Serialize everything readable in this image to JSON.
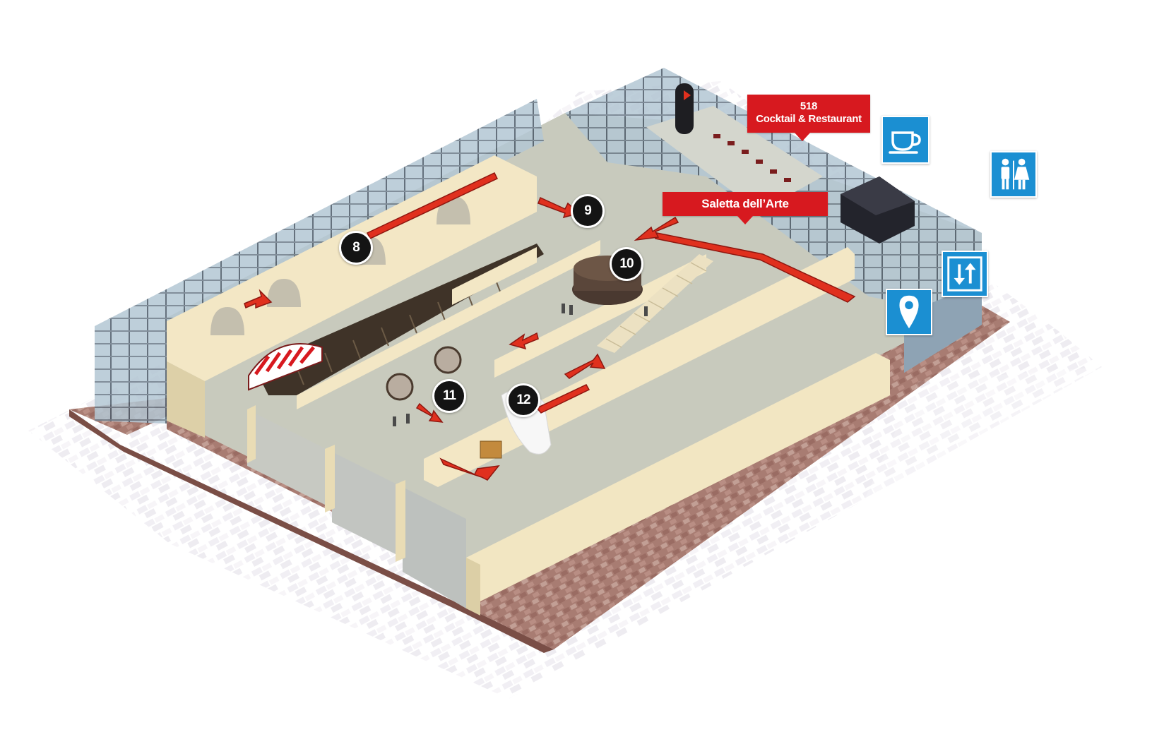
{
  "map": {
    "type": "isometric museum floor plan",
    "colors": {
      "wall": "#f2e6c4",
      "wall_shade": "#dccfa6",
      "floor": "#c6c9bb",
      "route": "#e0301e",
      "glass": "#9eb4c6",
      "paving": "#b88f83",
      "icon_blue": "#1b8fd2",
      "callout_red": "#d7191f",
      "marker": "#141414"
    },
    "callouts": {
      "restaurant": {
        "line1": "518",
        "line2": "Cocktail & Restaurant"
      },
      "saletta": {
        "label": "Saletta dell’Arte"
      }
    },
    "markers": [
      {
        "id": "8",
        "label": "8"
      },
      {
        "id": "9",
        "label": "9"
      },
      {
        "id": "10",
        "label": "10"
      },
      {
        "id": "11",
        "label": "11"
      },
      {
        "id": "12",
        "label": "12"
      }
    ],
    "facilities": [
      {
        "id": "cafe",
        "icon": "coffee-cup-icon"
      },
      {
        "id": "restroom",
        "icon": "restroom-icon"
      },
      {
        "id": "elevator",
        "icon": "elevator-icon"
      },
      {
        "id": "location",
        "icon": "location-pin-icon"
      }
    ]
  }
}
